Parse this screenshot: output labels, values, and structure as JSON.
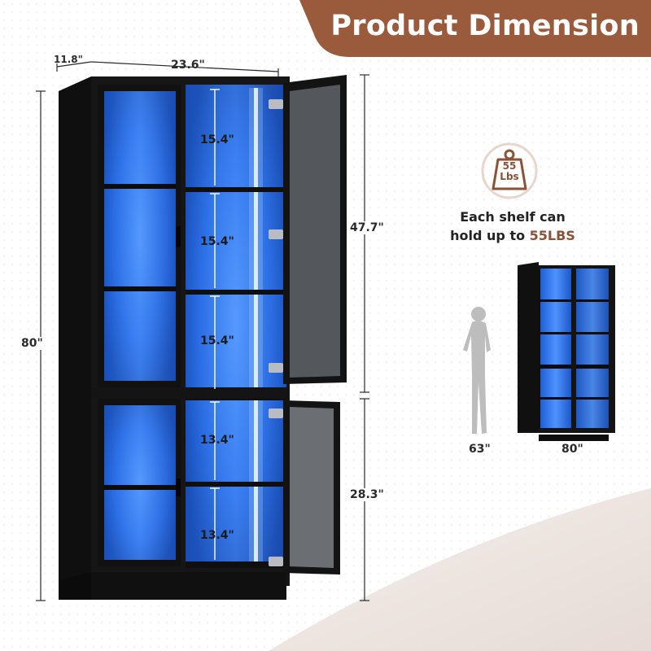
{
  "banner": {
    "title": "Product Dimension",
    "color": "#9a5a3c"
  },
  "dimensions": {
    "depth": "11.8\"",
    "width": "23.6\"",
    "height": "80\"",
    "upper_section": "47.7\"",
    "lower_section": "28.3\"",
    "shelf_gaps": [
      "15.4\"",
      "15.4\"",
      "15.4\"",
      "13.4\"",
      "13.4\""
    ]
  },
  "capacity": {
    "weight_value": "55",
    "weight_unit": "Lbs",
    "line1": "Each shelf can",
    "line2_prefix": "hold up to ",
    "line2_accent": "55LBS",
    "accent_color": "#8a5237"
  },
  "comparison": {
    "person_height": "63\"",
    "cabinet_height": "80\""
  },
  "colors": {
    "led_blue": "#2f7bff",
    "cabinet_black": "#151515",
    "swoosh": "#efe7e3"
  },
  "icons": [
    "weight-icon",
    "person-silhouette-icon",
    "cabinet-thumbnail-icon"
  ]
}
